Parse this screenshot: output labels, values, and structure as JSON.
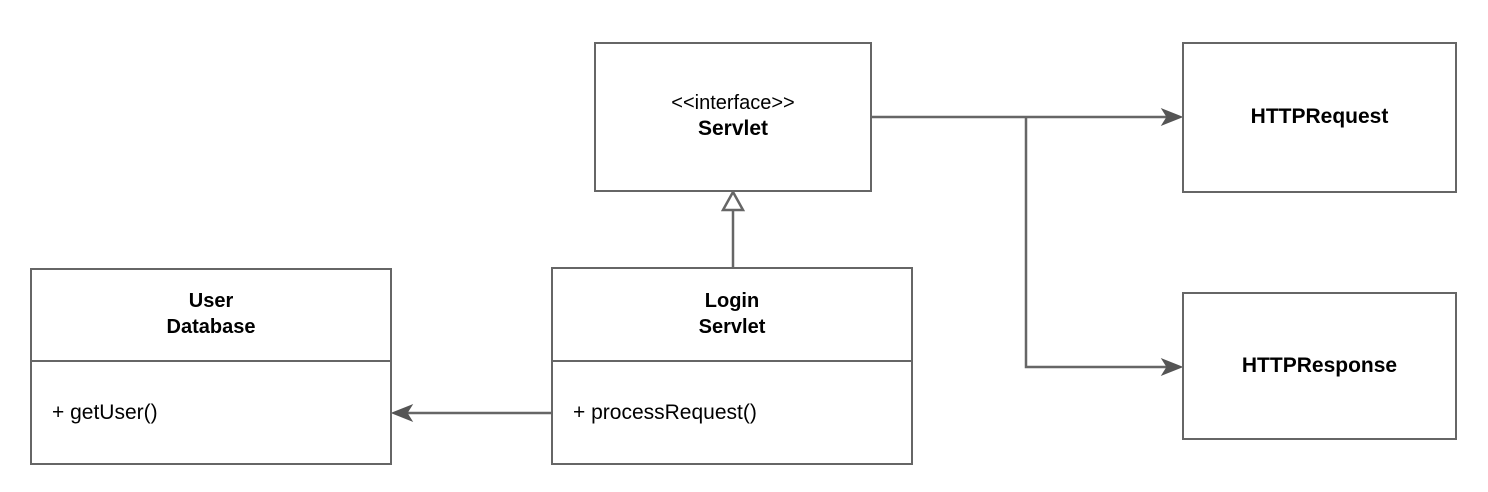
{
  "diagram": {
    "kind": "uml-class-diagram",
    "colors": {
      "stroke": "#666666",
      "text": "#000000",
      "background": "#ffffff"
    },
    "classes": {
      "servlet": {
        "stereotype": "<<interface>>",
        "name": "Servlet"
      },
      "http_request": {
        "name": "HTTPRequest"
      },
      "http_response": {
        "name": "HTTPResponse"
      },
      "user_database": {
        "name_line1": "User",
        "name_line2": "Database",
        "methods": [
          "+ getUser()"
        ]
      },
      "login_servlet": {
        "name_line1": "Login",
        "name_line2": "Servlet",
        "methods": [
          "+ processRequest()"
        ]
      }
    },
    "relationships": [
      {
        "id": "generalization-loginservlet-servlet",
        "type": "generalization",
        "from": "login_servlet",
        "to": "servlet",
        "arrowhead": "hollow-triangle",
        "label": ""
      },
      {
        "id": "association-servlet-httprequest",
        "type": "directed-association",
        "from": "servlet",
        "to": "http_request",
        "arrowhead": "open-arrow",
        "label": ""
      },
      {
        "id": "association-servlet-httpresponse",
        "type": "directed-association",
        "from": "servlet",
        "to": "http_response",
        "arrowhead": "open-arrow",
        "label": ""
      },
      {
        "id": "association-loginservlet-userdatabase",
        "type": "directed-association",
        "from": "login_servlet",
        "to": "user_database",
        "arrowhead": "open-arrow",
        "label": ""
      }
    ]
  }
}
